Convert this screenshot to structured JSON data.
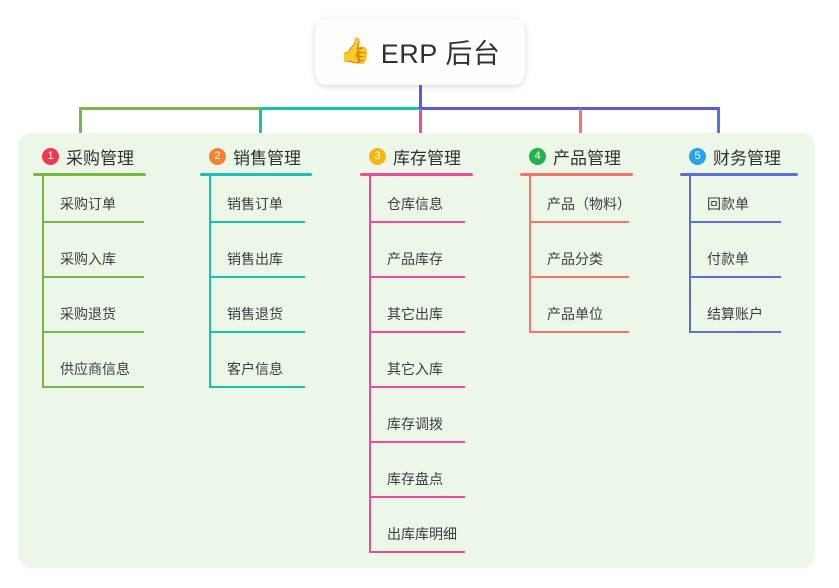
{
  "root": {
    "emoji": "👍",
    "emoji_name": "thumbs-up-icon",
    "title": "ERP 后台"
  },
  "colors": {
    "panel_bg": "#edf7e8",
    "root_stem": "#5b5bd6",
    "branch_1": "#7ab648",
    "branch_2": "#19c2b0",
    "branch_3": "#ec4d9a",
    "branch_4": "#f4766b",
    "branch_5": "#5b6fd6",
    "badge_1": "#f2384f",
    "badge_2": "#f08432",
    "badge_3": "#f5b614",
    "badge_4": "#22b14c",
    "badge_5": "#29a3e8",
    "text": "#2f3136"
  },
  "branches": [
    {
      "number": "1",
      "title": "采购管理",
      "line_color": "#7ab648",
      "badge_color": "#f2384f",
      "children": [
        "采购订单",
        "采购入库",
        "采购退货",
        "供应商信息"
      ]
    },
    {
      "number": "2",
      "title": "销售管理",
      "line_color": "#19c2b0",
      "badge_color": "#f08432",
      "children": [
        "销售订单",
        "销售出库",
        "销售退货",
        "客户信息"
      ]
    },
    {
      "number": "3",
      "title": "库存管理",
      "line_color": "#ec4d9a",
      "badge_color": "#f5b614",
      "children": [
        "仓库信息",
        "产品库存",
        "其它出库",
        "其它入库",
        "库存调拨",
        "库存盘点",
        "出库库明细"
      ]
    },
    {
      "number": "4",
      "title": "产品管理",
      "line_color": "#f4766b",
      "badge_color": "#22b14c",
      "children": [
        "产品（物料）",
        "产品分类",
        "产品单位"
      ]
    },
    {
      "number": "5",
      "title": "财务管理",
      "line_color": "#5b6fd6",
      "badge_color": "#29a3e8",
      "children": [
        "回款单",
        "付款单",
        "结算账户"
      ]
    }
  ]
}
